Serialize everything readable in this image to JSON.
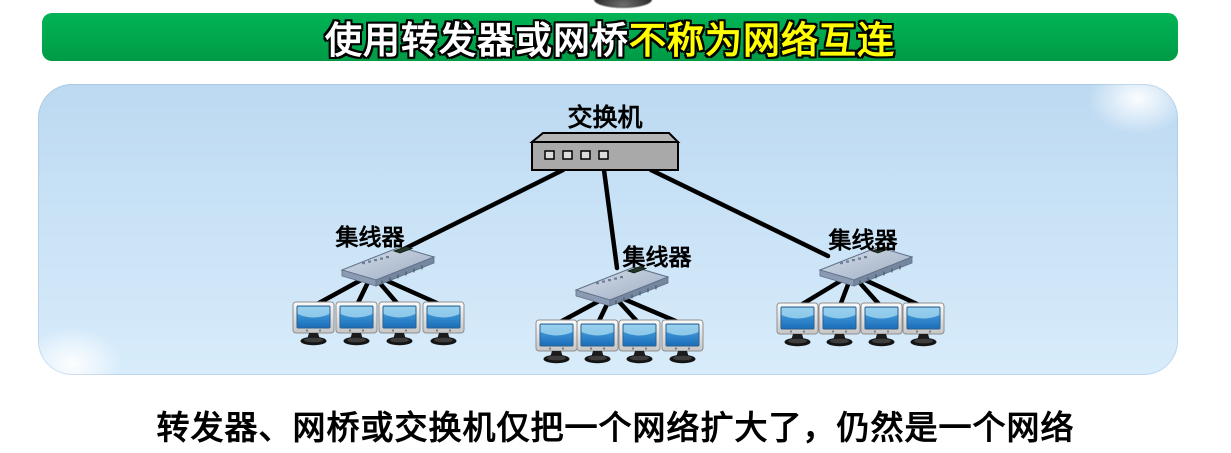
{
  "slide": {
    "title": {
      "normal": "使用转发器或网桥",
      "highlight": "不称为网络互连"
    },
    "caption": "转发器、网桥或交换机仅把一个网络扩大了，仍然是一个网络",
    "colors": {
      "banner_green": "#00A74D",
      "title_normal_color": "#FFFFFF",
      "title_highlight_color": "#FFFF00",
      "panel_blue": "#C9E2F6",
      "connection_line": "#000000",
      "switch_gray": "#A9A9A9",
      "monitor_screen_blue": "#2E86CE"
    },
    "diagram": {
      "switch": {
        "label": "交换机",
        "ports": 4
      },
      "hubs": [
        {
          "label": "集线器",
          "computers": 4
        },
        {
          "label": "集线器",
          "computers": 4
        },
        {
          "label": "集线器",
          "computers": 4
        }
      ]
    }
  }
}
